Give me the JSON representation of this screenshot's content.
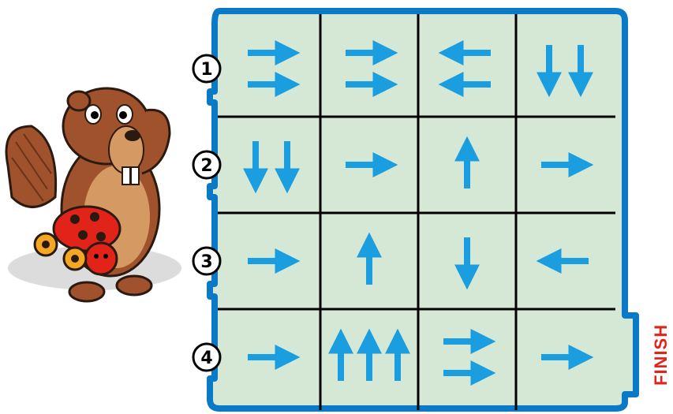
{
  "rows": [
    {
      "label": "1",
      "cells": [
        {
          "arrows": [
            "right",
            "right"
          ]
        },
        {
          "arrows": [
            "right",
            "right"
          ]
        },
        {
          "arrows": [
            "left",
            "left"
          ]
        },
        {
          "arrows": [
            "down",
            "down"
          ]
        }
      ]
    },
    {
      "label": "2",
      "cells": [
        {
          "arrows": [
            "down",
            "down"
          ]
        },
        {
          "arrows": [
            "right"
          ]
        },
        {
          "arrows": [
            "up"
          ]
        },
        {
          "arrows": [
            "right"
          ]
        }
      ]
    },
    {
      "label": "3",
      "cells": [
        {
          "arrows": [
            "right"
          ]
        },
        {
          "arrows": [
            "up"
          ]
        },
        {
          "arrows": [
            "down"
          ]
        },
        {
          "arrows": [
            "left"
          ]
        }
      ]
    },
    {
      "label": "4",
      "cells": [
        {
          "arrows": [
            "right"
          ]
        },
        {
          "arrows": [
            "up",
            "up",
            "up"
          ]
        },
        {
          "arrows": [
            "right",
            "right"
          ]
        },
        {
          "arrows": [
            "right"
          ]
        }
      ]
    }
  ],
  "finish_label": "FINISH",
  "colors": {
    "cell_fill": "#d5e8d6",
    "arrow": "#1a9ee0",
    "frame": "#0a7ac6",
    "grid": "#000000",
    "finish": "#e2231a"
  }
}
